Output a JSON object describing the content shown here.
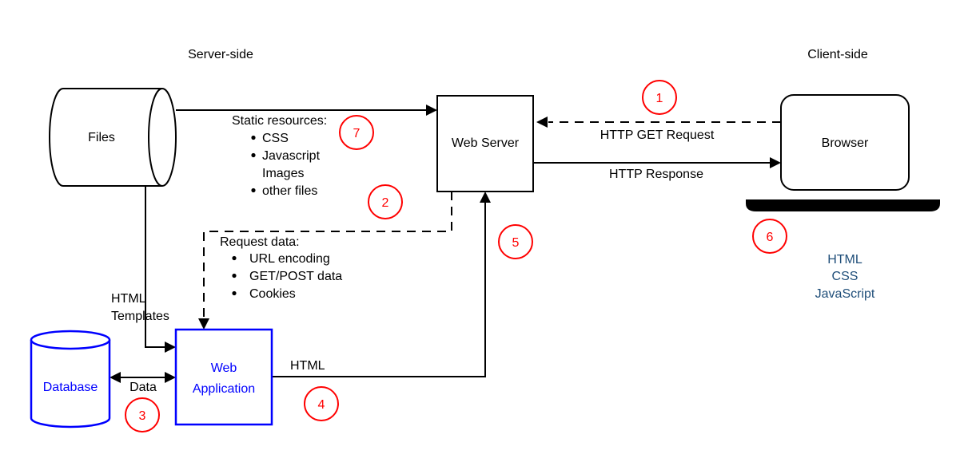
{
  "diagram": {
    "sections": {
      "server_side": "Server-side",
      "client_side": "Client-side"
    },
    "nodes": {
      "files": {
        "label": "Files"
      },
      "web_server": {
        "label": "Web Server"
      },
      "browser": {
        "label": "Browser"
      },
      "database": {
        "label": "Database"
      },
      "web_application": {
        "line1": "Web",
        "line2": "Application"
      }
    },
    "edges": {
      "http_get_request": {
        "label": "HTTP GET Request",
        "step": "1"
      },
      "http_response": {
        "label": "HTTP Response"
      },
      "static_resources": {
        "title": "Static resources:",
        "items": [
          "CSS",
          "Javascript",
          "Images",
          "other files"
        ],
        "step": "7"
      },
      "request_data": {
        "title": "Request data:",
        "items": [
          "URL encoding",
          "GET/POST data",
          "Cookies"
        ],
        "step": "2"
      },
      "html_templates": {
        "line1": "HTML",
        "line2": "Templates"
      },
      "data_exchange": {
        "label": "Data",
        "step": "3"
      },
      "generated_html": {
        "label": "HTML",
        "step": "4"
      },
      "app_to_server": {
        "step": "5"
      },
      "rendered_output": {
        "items": [
          "HTML",
          "CSS",
          "JavaScript"
        ],
        "step": "6"
      }
    },
    "colors": {
      "node_black": "#000000",
      "node_blue": "#0000ff",
      "step_red": "#ff0000",
      "output_navy": "#1f4e79"
    }
  }
}
